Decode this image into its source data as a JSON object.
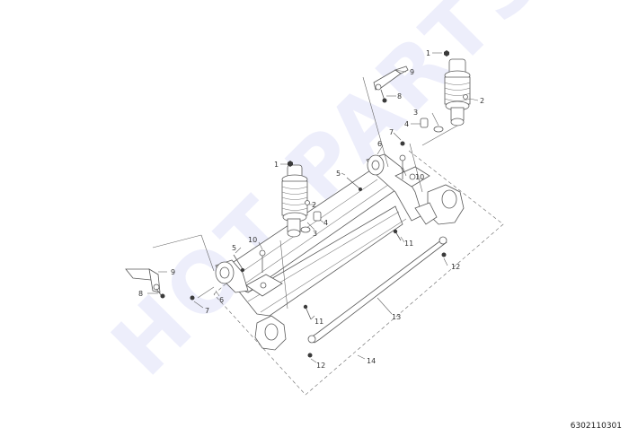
{
  "diagram": {
    "watermark": "HOT PARTS",
    "part_code": "6302110301",
    "callouts": {
      "c1a": "1",
      "c2a": "2",
      "c3a": "3",
      "c4a": "4",
      "c5a": "5",
      "c6a": "6",
      "c7a": "7",
      "c8a": "8",
      "c9a": "9",
      "c10a": "10",
      "c11a": "11",
      "c12a": "12",
      "c1b": "1",
      "c2b": "2",
      "c3b": "3",
      "c4b": "4",
      "c5b": "5",
      "c6b": "6",
      "c7b": "7",
      "c8b": "8",
      "c9b": "9",
      "c10b": "10",
      "c11b": "11",
      "c12b": "12",
      "c13": "13",
      "c14": "14"
    },
    "colors": {
      "ink": "#5a5a5a",
      "watermark": "#3f4dd8",
      "text": "#333333"
    }
  }
}
